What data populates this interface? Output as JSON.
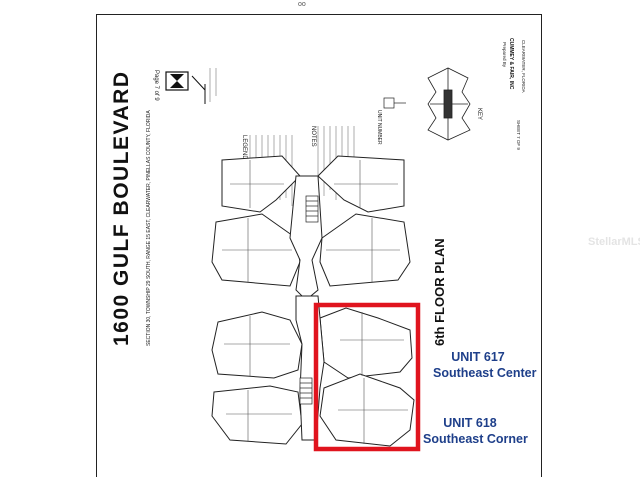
{
  "plan": {
    "building_name": "1600 GULF BOULEVARD",
    "legal_line": "SECTION 30, TOWNSHIP 29 SOUTH, RANGE 15 EAST, CLEARWATER, PINELLAS COUNTY, FLORIDA",
    "floor_title": "6th FLOOR PLAN",
    "page_label": "Page 7 of 9",
    "sheet_label": "SHEET 7 OF 9",
    "legend_title": "LEGEND",
    "notes_title": "NOTES",
    "unit_number_label": "UNIT NUMBER",
    "key_label": "KEY",
    "preparer_label": "Prepared By",
    "preparer_name": "CUMMEY & FAIR, INC",
    "preparer_city": "CLEARWATER, FLORIDA",
    "top_mark": "oo"
  },
  "annotations": {
    "unit617_name": "UNIT 617",
    "unit617_desc": "Southeast Center",
    "unit618_name": "UNIT 618",
    "unit618_desc": "Southeast Corner"
  },
  "highlight_color": "#e0141e",
  "annotation_color": "#1e3f8a",
  "watermark": "StellarMLS"
}
